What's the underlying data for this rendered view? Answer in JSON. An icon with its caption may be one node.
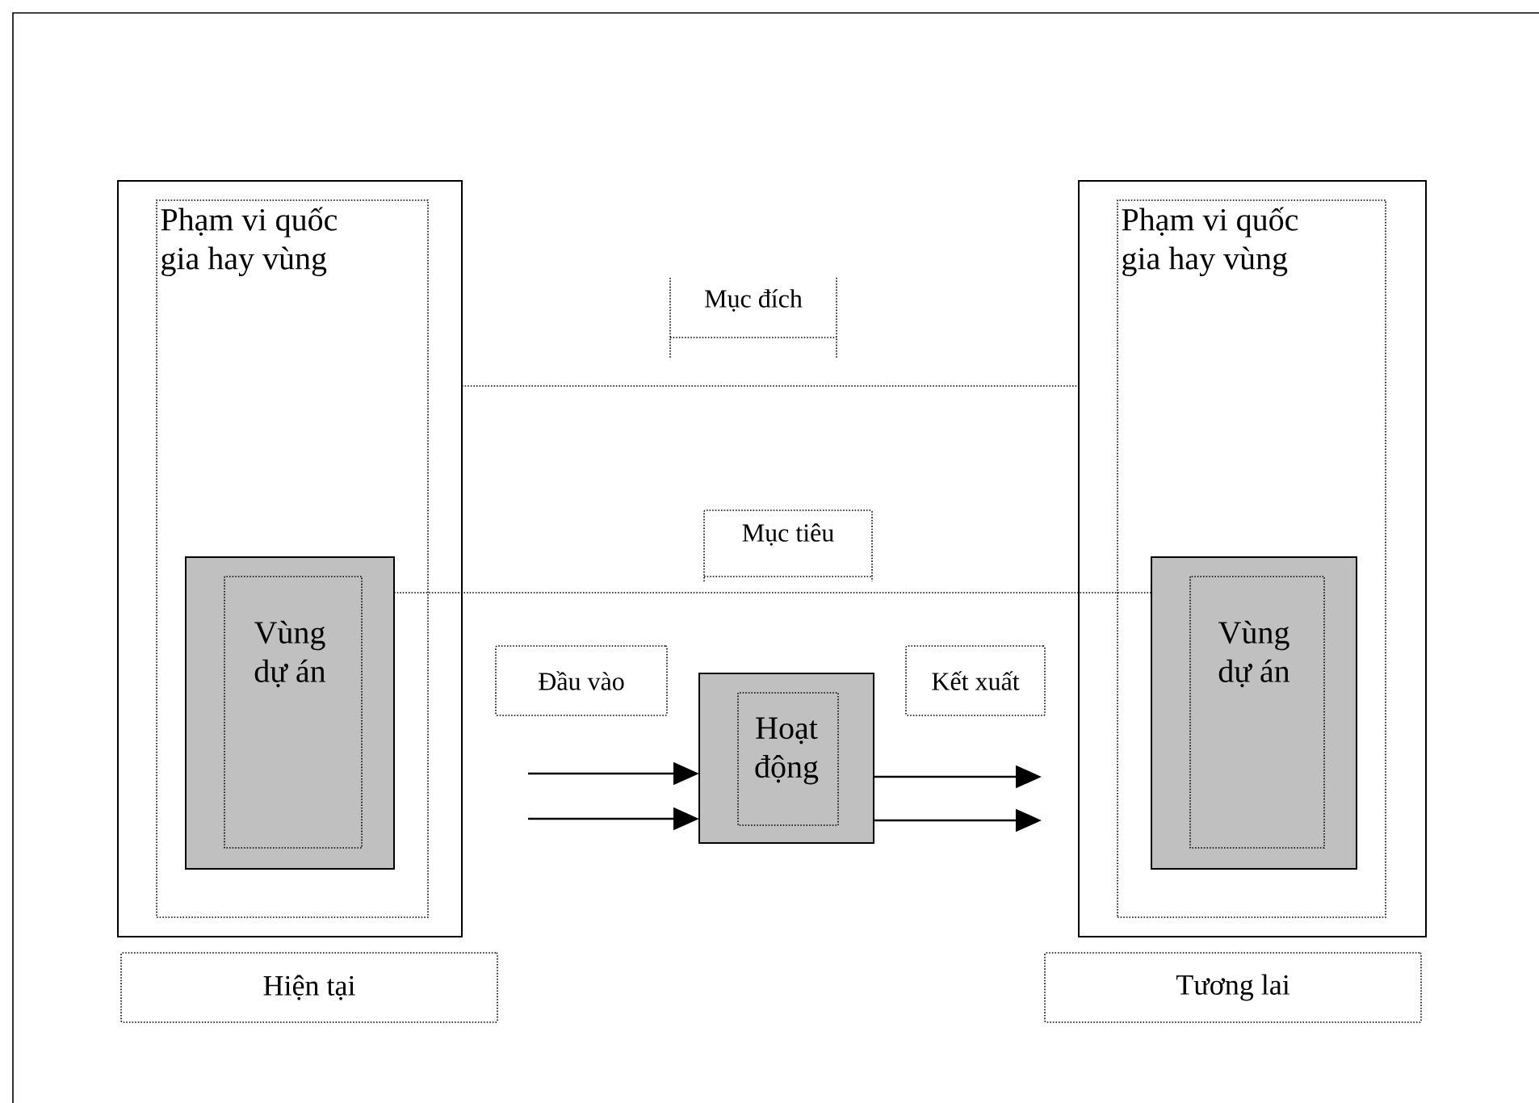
{
  "diagram": {
    "nodes": [
      {
        "text": [],
        "shape": "box"
      },
      {
        "text": [
          "Phạm vi quốc gia hay vùng"
        ],
        "in": 0
      },
      {
        "text": [
          "Vùng dự án"
        ],
        "in": 1
      },
      {
        "text": [
          "Hiện tại"
        ]
      },
      {
        "text": [
          "Mục đích"
        ]
      },
      {
        "text": [
          "Mục tiêu"
        ]
      },
      {
        "text": [
          "Đầu vào"
        ]
      },
      {
        "text": [
          "Hoạt động"
        ]
      },
      {
        "text": [
          "Kết xuất"
        ]
      },
      {
        "text": [],
        "shape": "box"
      },
      {
        "text": [
          "Phạm vi quốc gia hay vùng"
        ],
        "in": 9
      },
      {
        "text": [
          "Vùng dự án"
        ],
        "in": 10
      },
      {
        "text": [
          "Tương lai"
        ]
      }
    ],
    "edges": [
      {
        "from": 0,
        "to": 9,
        "arrow": "none",
        "style": "dashed"
      },
      {
        "from": 2,
        "to": 11,
        "arrow": "none",
        "style": "dashed"
      },
      {
        "from": null,
        "to": 7,
        "arrow": "to"
      },
      {
        "from": null,
        "to": 7,
        "arrow": "to"
      },
      {
        "from": 7,
        "to": null,
        "arrow": "to"
      },
      {
        "from": 7,
        "to": null,
        "arrow": "to"
      }
    ]
  }
}
